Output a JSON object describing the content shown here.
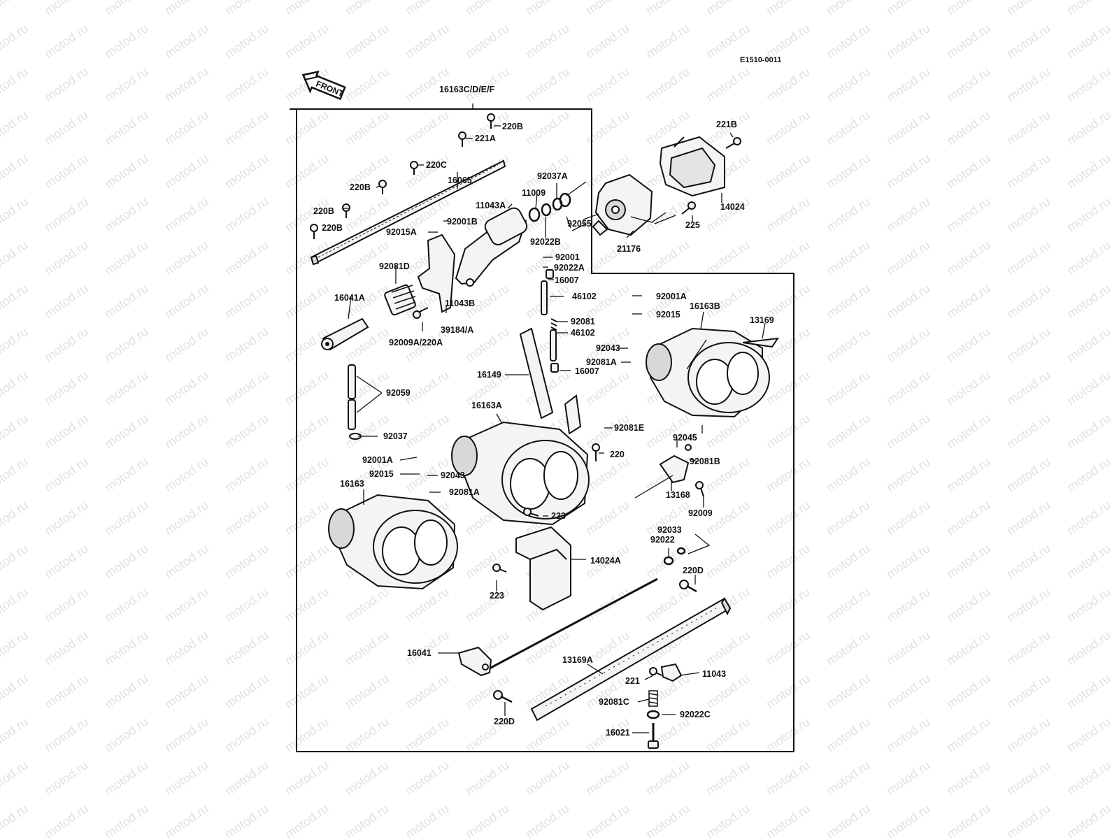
{
  "diagram_code": "E1510-0011",
  "watermark": "motod.ru",
  "front_label": "FRONT",
  "labels": [
    "16163C/D/E/F",
    "220B",
    "221A",
    "220C",
    "16065",
    "220B",
    "220B",
    "220B",
    "92015A",
    "92001B",
    "11043A",
    "11009",
    "92037A",
    "92055",
    "92022B",
    "92001",
    "92022A",
    "16007",
    "46102",
    "92081D",
    "16041A",
    "11043B",
    "39184/A",
    "92009A/220A",
    "92081",
    "46102",
    "16007",
    "16149",
    "92001A",
    "92015",
    "16163B",
    "13169",
    "92043",
    "92081A",
    "21176",
    "221B",
    "14024",
    "225",
    "92059",
    "92037",
    "16163A",
    "92081E",
    "220",
    "92001A",
    "92015",
    "92043",
    "92081A",
    "16163",
    "223",
    "92045",
    "92081B",
    "13168",
    "92009",
    "92033",
    "92022",
    "14024A",
    "223",
    "220D",
    "16041",
    "13169A",
    "221",
    "11043",
    "92081C",
    "92022C",
    "16021",
    "220D"
  ]
}
